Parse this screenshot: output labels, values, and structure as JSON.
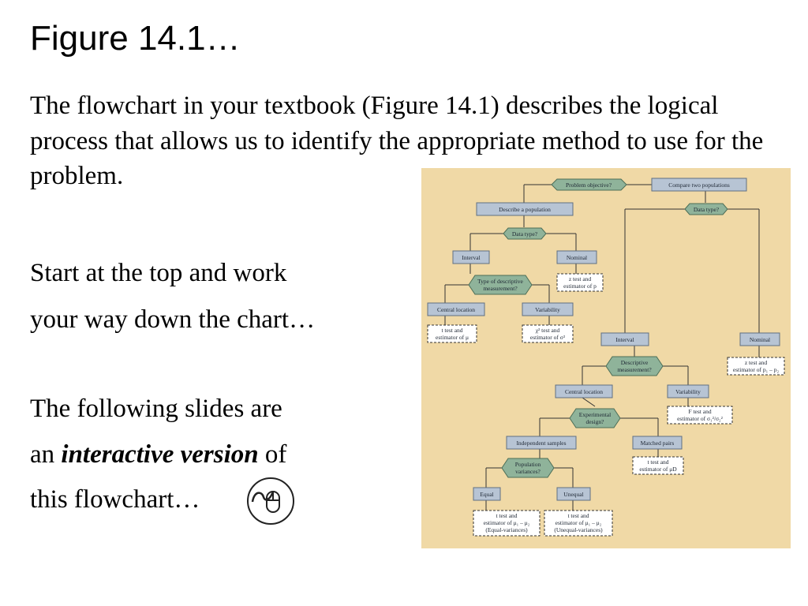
{
  "slide": {
    "title": "Figure 14.1…",
    "intro": "The flowchart in your textbook (Figure 14.1) describes the logical process that allows us to identify the appropriate method to use for the problem.",
    "line1": "Start at the top and work",
    "line2": "your way down the chart…",
    "line3": "The following slides are",
    "line4_pre": "an ",
    "line4_em": "interactive version",
    "line4_post": " of",
    "line5": "this flowchart…",
    "mouse_icon": "mouse-click-icon"
  },
  "flowchart": {
    "problem_objective": "Problem objective?",
    "compare_two": "Compare two populations",
    "describe_pop": "Describe a population",
    "data_type_1": "Data type?",
    "data_type_2": "Data type?",
    "interval_1": "Interval",
    "nominal_1": "Nominal",
    "type_desc_1": "Type of descriptive",
    "type_desc_2": "measurement?",
    "z_test_p_1": "z test and",
    "z_test_p_2": "estimator of p",
    "central_1": "Central location",
    "variability_1": "Variability",
    "t_test_mu_1": "t test and",
    "t_test_mu_2": "estimator of μ",
    "chi_1": "χ² test and",
    "chi_2": "estimator of σ²",
    "interval_2": "Interval",
    "nominal_2": "Nominal",
    "desc_meas_1": "Descriptive",
    "desc_meas_2": "measurement?",
    "z_diff_1": "z test and",
    "z_diff_2": "estimator of p₁ – p₂",
    "central_2": "Central location",
    "variability_2": "Variability",
    "f_test_1": "F test and",
    "f_test_2": "estimator of σ₁²/σ₂²",
    "exp_design_1": "Experimental",
    "exp_design_2": "design?",
    "independent": "Independent samples",
    "matched": "Matched pairs",
    "t_md_1": "t test and",
    "t_md_2": "estimator of μD",
    "pop_var_1": "Population",
    "pop_var_2": "variances?",
    "equal": "Equal",
    "unequal": "Unequal",
    "t_eq_1": "t test and",
    "t_eq_2": "estimator of μ₁ – μ₂",
    "t_eq_3": "(Equal-variances)",
    "t_uneq_1": "t test and",
    "t_uneq_2": "estimator of μ₁ – μ₂",
    "t_uneq_3": "(Unequal-variances)"
  }
}
